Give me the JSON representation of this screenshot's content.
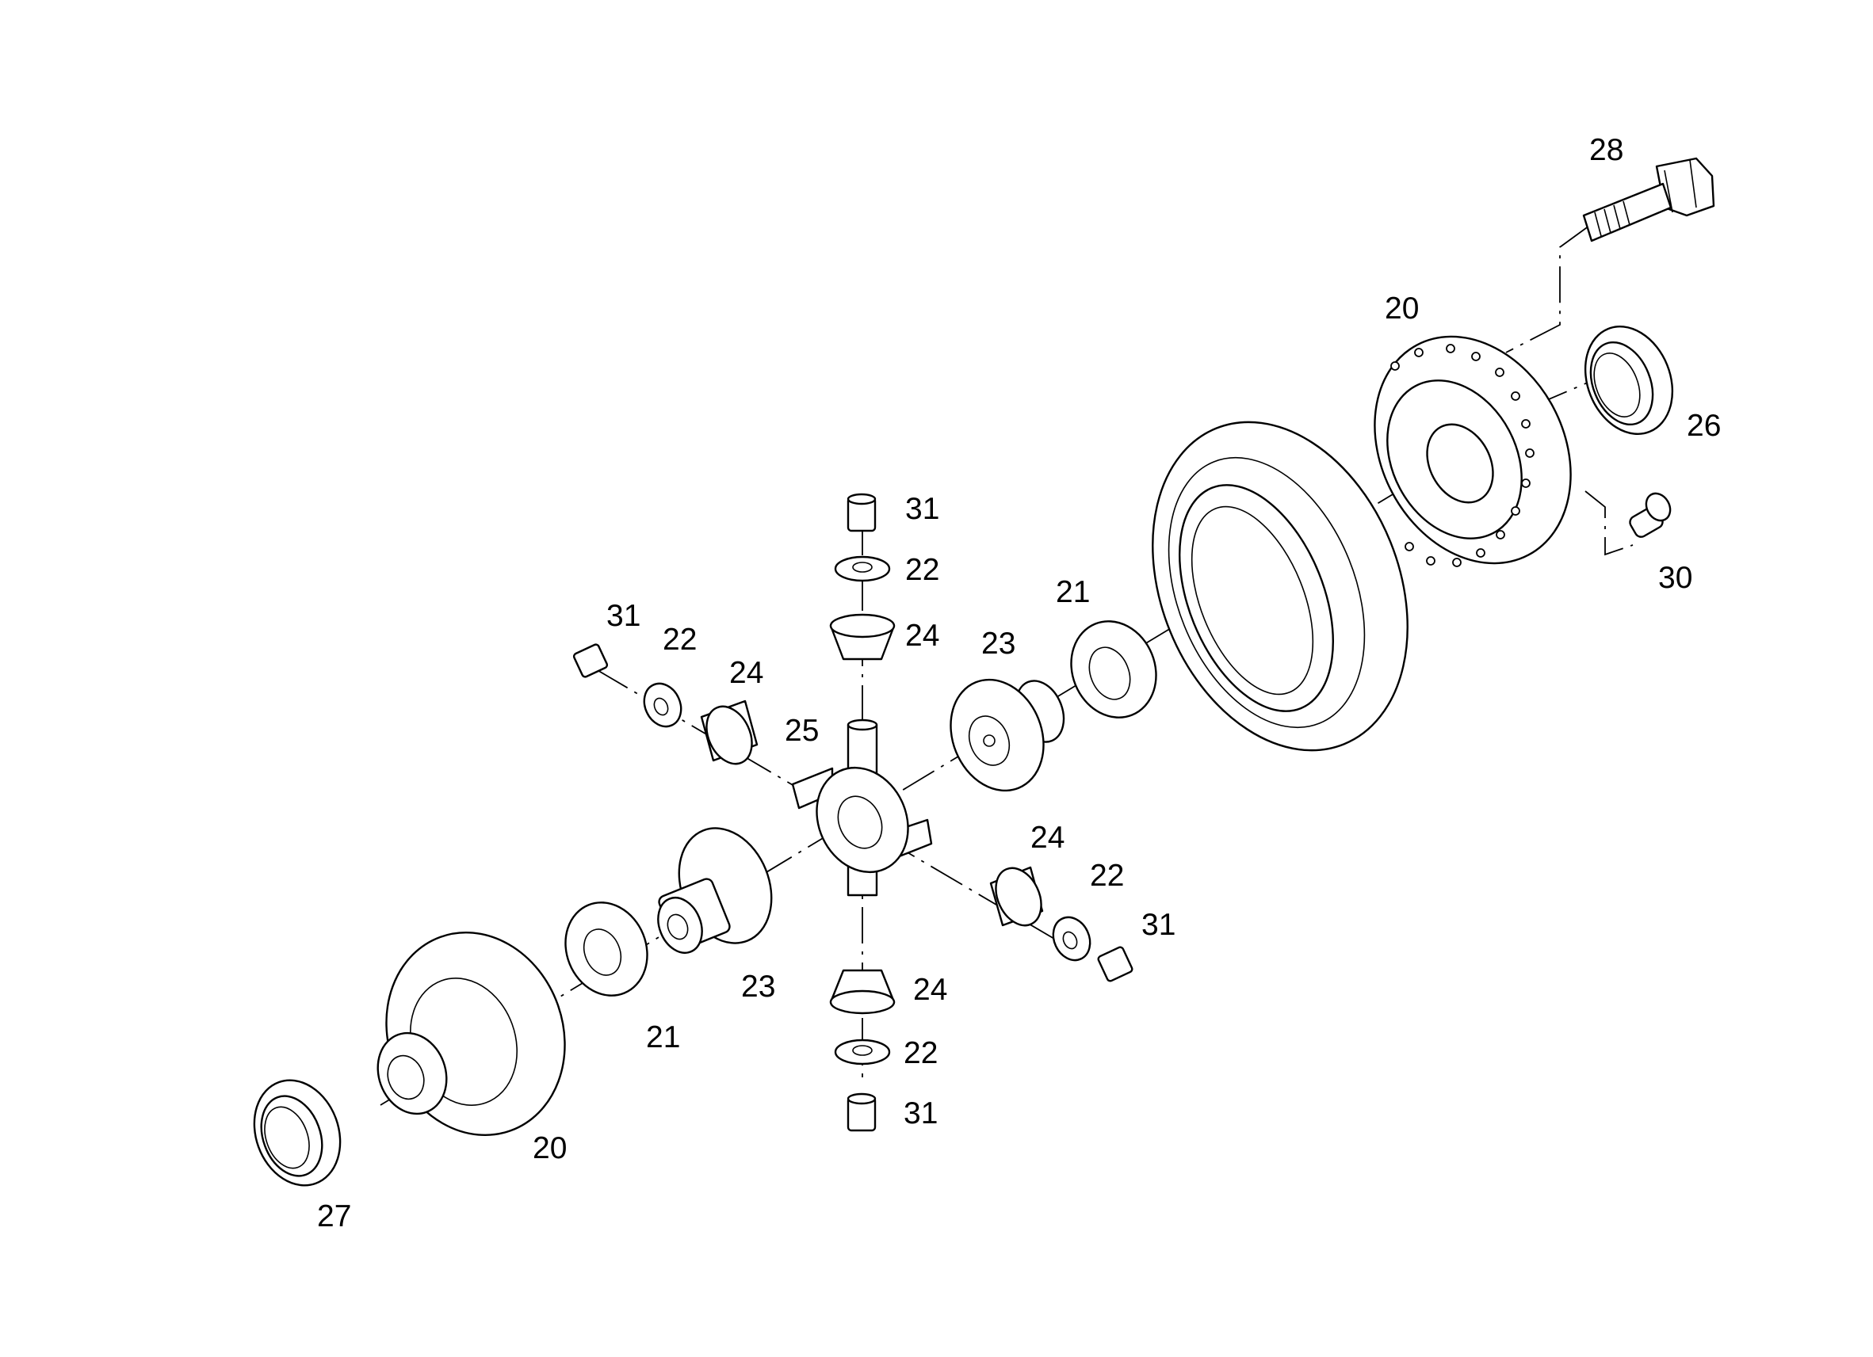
{
  "colors": {
    "line": "#000000",
    "background": "#ffffff"
  },
  "callouts": [
    {
      "id": "c28",
      "text": "28"
    },
    {
      "id": "c20a",
      "text": "20"
    },
    {
      "id": "c26",
      "text": "26"
    },
    {
      "id": "c30",
      "text": "30"
    },
    {
      "id": "c31a",
      "text": "31"
    },
    {
      "id": "c22a",
      "text": "22"
    },
    {
      "id": "c24a",
      "text": "24"
    },
    {
      "id": "c21a",
      "text": "21"
    },
    {
      "id": "c23a",
      "text": "23"
    },
    {
      "id": "c31b",
      "text": "31"
    },
    {
      "id": "c22b",
      "text": "22"
    },
    {
      "id": "c24b",
      "text": "24"
    },
    {
      "id": "c25",
      "text": "25"
    },
    {
      "id": "c24c",
      "text": "24"
    },
    {
      "id": "c22c",
      "text": "22"
    },
    {
      "id": "c31c",
      "text": "31"
    },
    {
      "id": "c23b",
      "text": "23"
    },
    {
      "id": "c24d",
      "text": "24"
    },
    {
      "id": "c21b",
      "text": "21"
    },
    {
      "id": "c22d",
      "text": "22"
    },
    {
      "id": "c31d",
      "text": "31"
    },
    {
      "id": "c20b",
      "text": "20"
    },
    {
      "id": "c27",
      "text": "27"
    }
  ]
}
